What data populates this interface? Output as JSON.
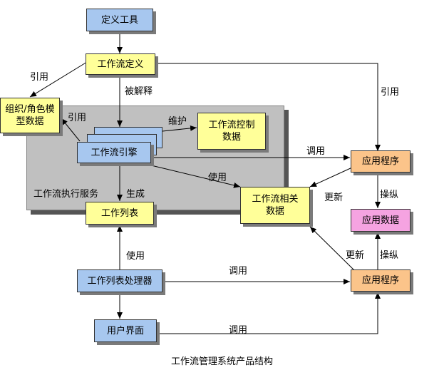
{
  "nodes": {
    "definition_tool": "定义工具",
    "workflow_definition": "工作流定义",
    "org_role_model": "组织/角色模\n型数据",
    "workflow_engine": "工作流引擎",
    "workflow_control_data": "工作流控制\n数据",
    "workflow_relevant_data": "工作流相关\n数据",
    "worklist": "工作列表",
    "application_top": "应用程序",
    "application_data": "应用数据",
    "worklist_handler": "工作列表处理器",
    "application_bottom": "应用程序",
    "user_interface": "用户界面"
  },
  "region_label": "工作流执行服务",
  "edge_labels": {
    "reference_org": "引用",
    "interpreted": "被解释",
    "reference_app": "引用",
    "reference_engine": "引用",
    "maintain": "维护",
    "invoke_app": "调用",
    "use_relevant": "使用",
    "generate": "生成",
    "update_top": "更新",
    "manipulate_top": "操纵",
    "use_worklist": "使用",
    "invoke_from_handler": "调用",
    "update_bottom": "更新",
    "manipulate_bottom": "操纵",
    "invoke_from_ui": "调用"
  },
  "caption": "工作流管理系统产品结构"
}
